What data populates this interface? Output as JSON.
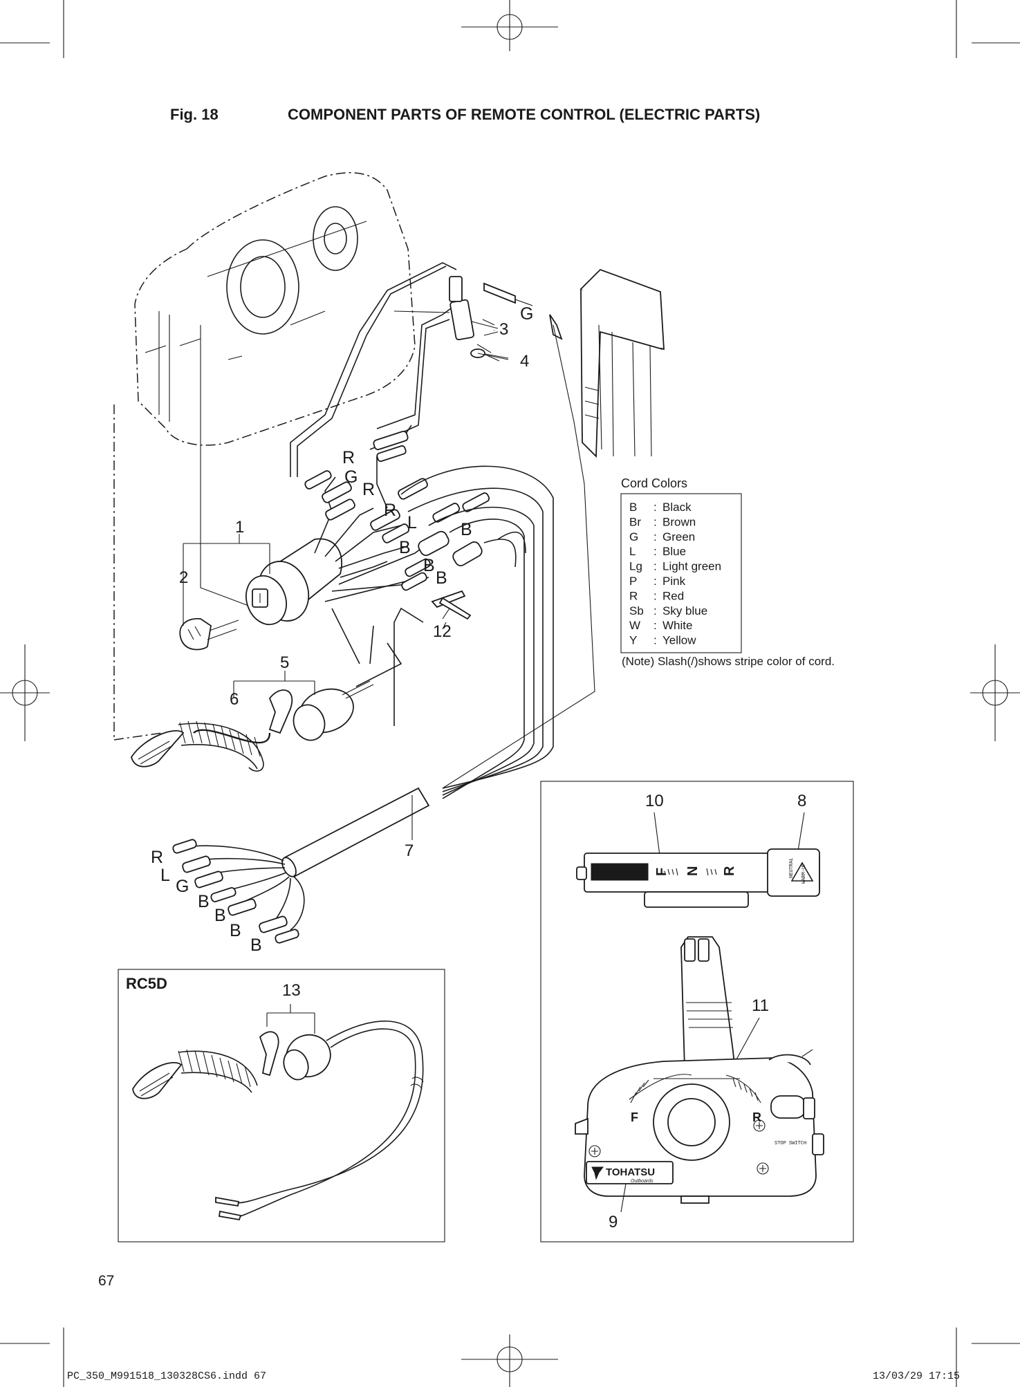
{
  "figure": {
    "number": "Fig. 18",
    "title": "COMPONENT PARTS OF REMOTE CONTROL (ELECTRIC PARTS)"
  },
  "callouts": {
    "c1": "1",
    "c2": "2",
    "c3": "3",
    "c4": "4",
    "c5": "5",
    "c6": "6",
    "c7": "7",
    "c8": "8",
    "c9": "9",
    "c10": "10",
    "c11": "11",
    "c12": "12",
    "c13": "13"
  },
  "wire_labels": {
    "upper_g": "G",
    "switch": [
      "R",
      "G",
      "R",
      "R",
      "L",
      "B",
      "B",
      "B",
      "B"
    ],
    "harness": [
      "R",
      "L",
      "G",
      "B",
      "B",
      "B",
      "B"
    ]
  },
  "cord_colors": {
    "title": "Cord Colors",
    "entries": [
      {
        "code": "B",
        "sep": ":",
        "color": "Black"
      },
      {
        "code": "Br",
        "sep": ":",
        "color": "Brown"
      },
      {
        "code": "G",
        "sep": ":",
        "color": "Green"
      },
      {
        "code": "L",
        "sep": ":",
        "color": "Blue"
      },
      {
        "code": "Lg",
        "sep": ":",
        "color": "Light green"
      },
      {
        "code": "P",
        "sep": ":",
        "color": "Pink"
      },
      {
        "code": "R",
        "sep": ":",
        "color": "Red"
      },
      {
        "code": "Sb",
        "sep": ":",
        "color": "Sky blue"
      },
      {
        "code": "W",
        "sep": ":",
        "color": "White"
      },
      {
        "code": "Y",
        "sep": ":",
        "color": "Yellow"
      }
    ],
    "note": "(Note) Slash(/)shows stripe color of cord."
  },
  "inset_rc5d": {
    "label": "RC5D"
  },
  "side_mount": {
    "gear_letters": [
      "F",
      "N",
      "R"
    ],
    "neutral_label_1": "NEUTRAL",
    "neutral_label_2": "WARM-UP",
    "stop_switch": "STOP SWITCH",
    "brand": "TOHATSU",
    "brand_sub": "Outboards"
  },
  "page_number": "67",
  "footer": {
    "file": "PC_350_M991518_130328CS6.indd   67",
    "datetime": "13/03/29   17:15"
  }
}
